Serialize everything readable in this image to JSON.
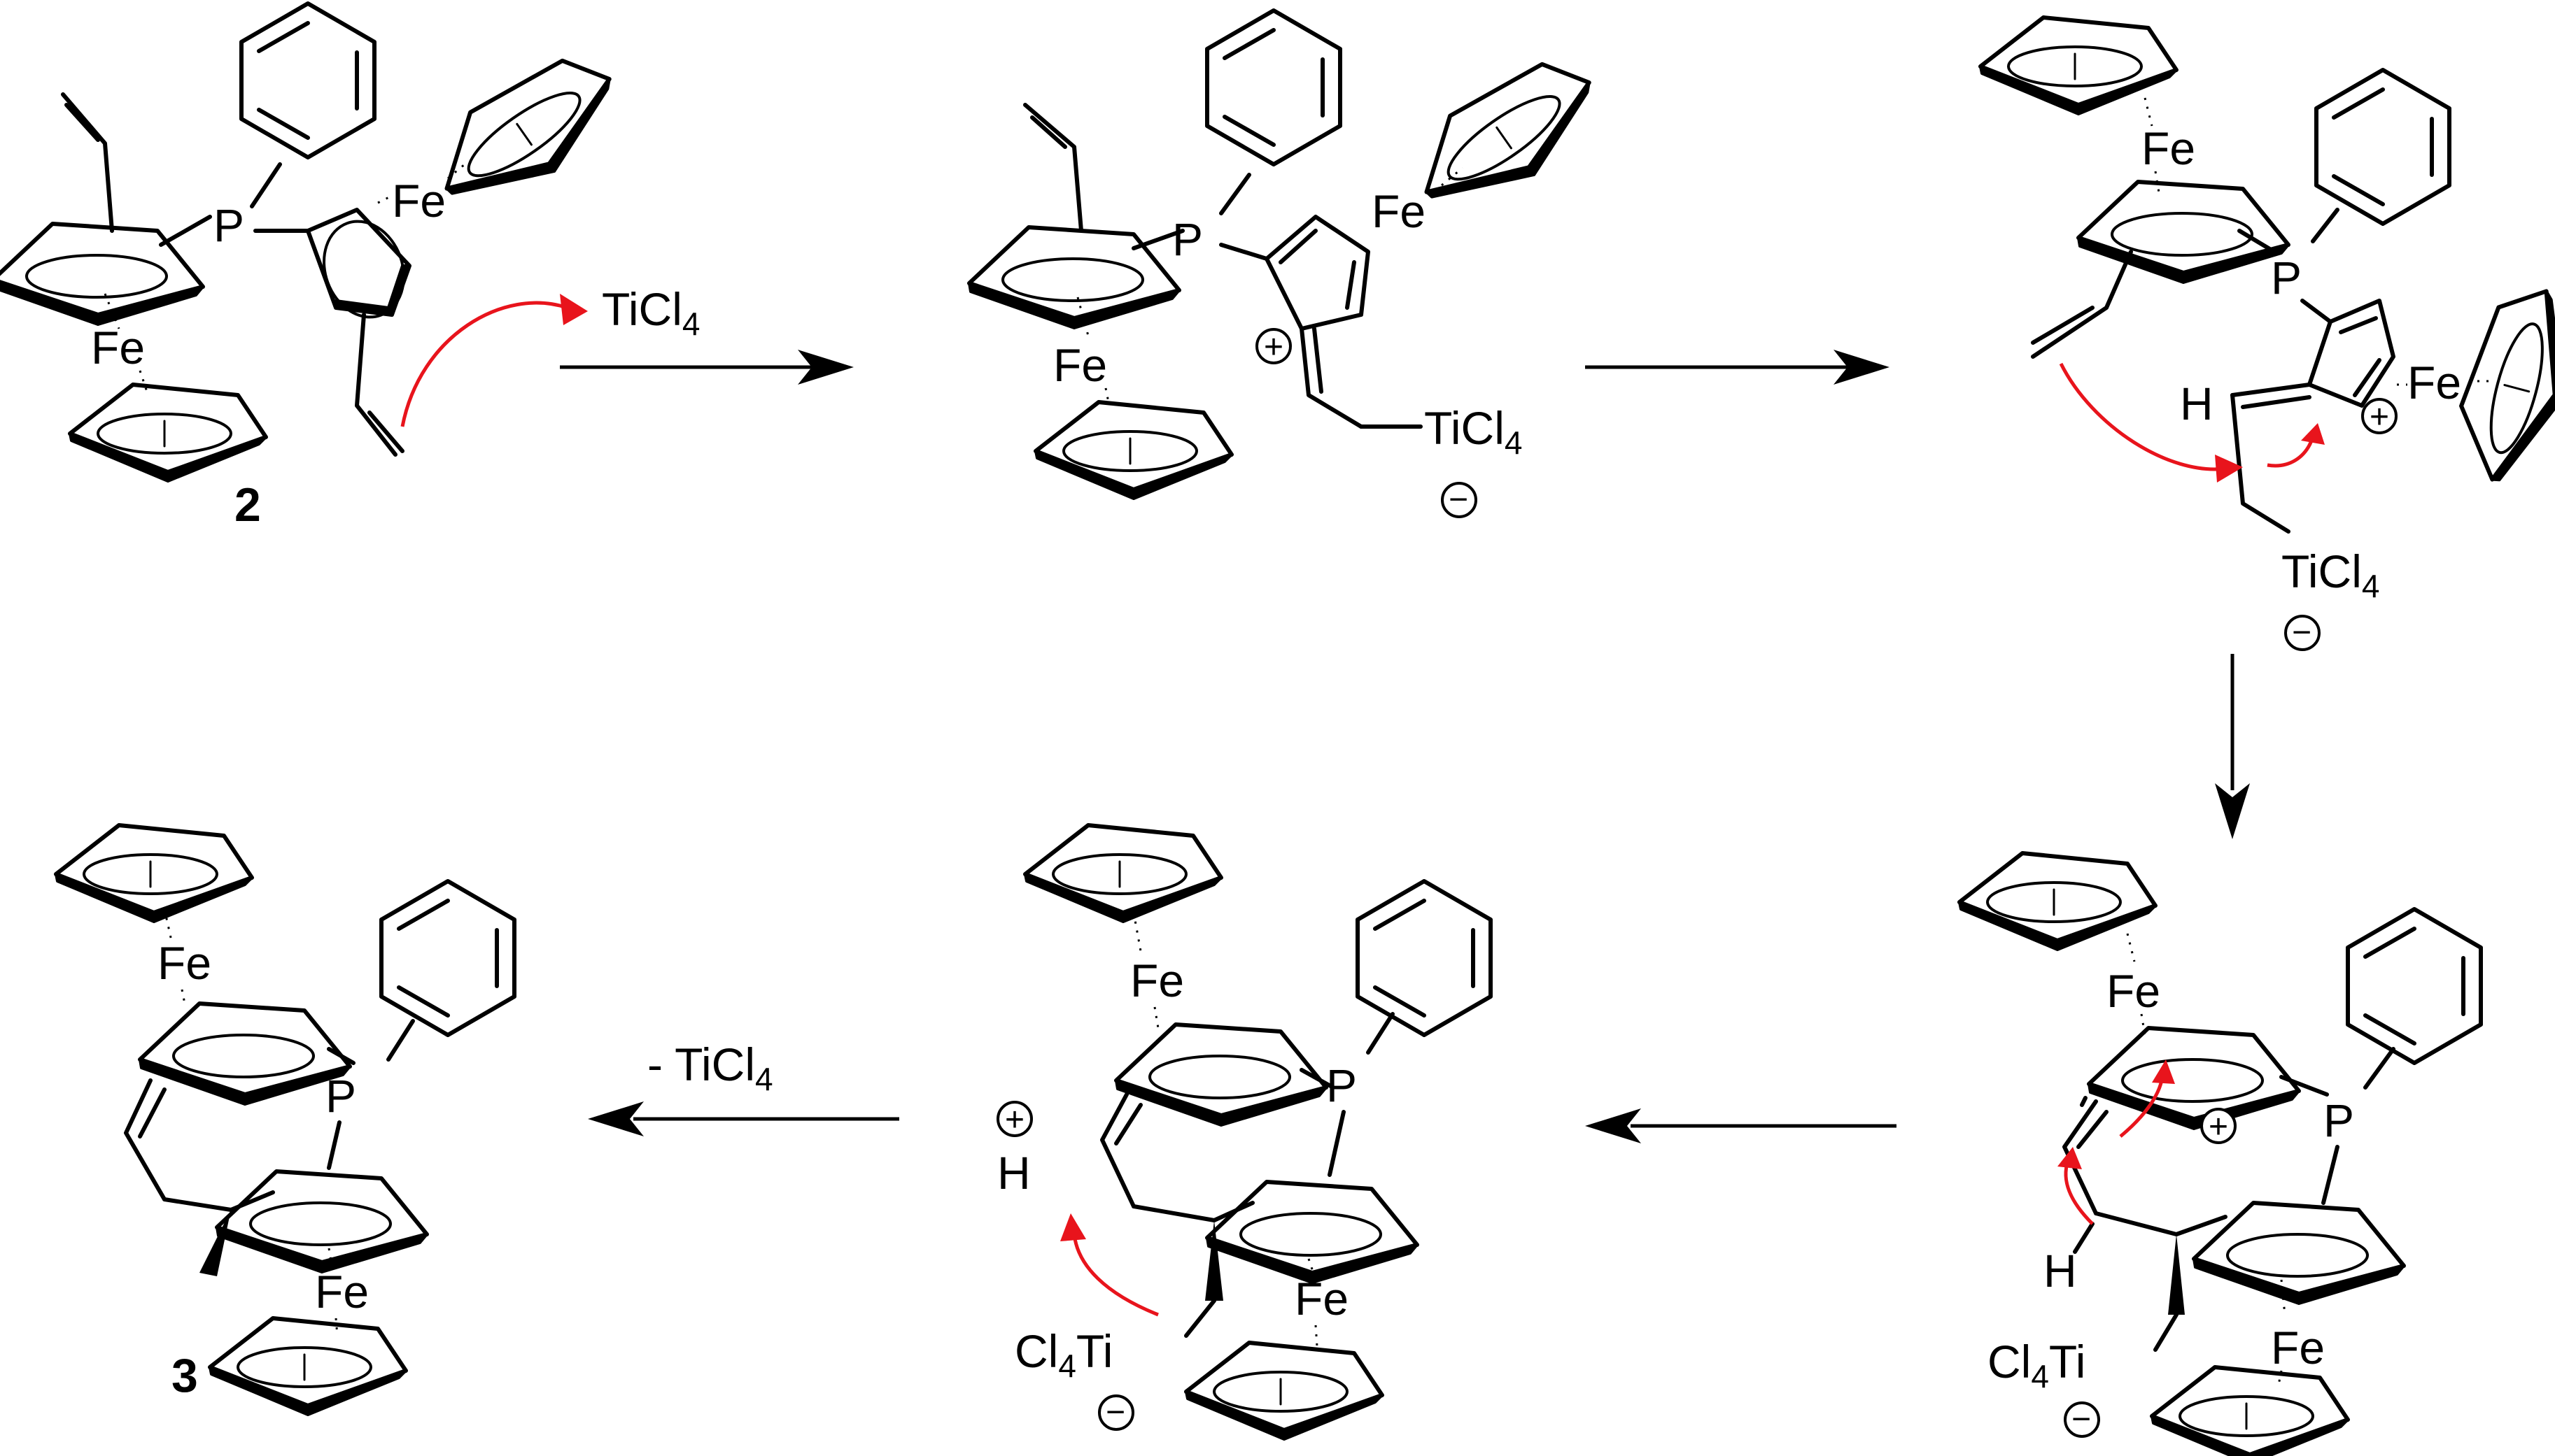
{
  "scheme": {
    "compounds": {
      "start": "2",
      "product": "3"
    },
    "reagents": {
      "step1": "TiCl4",
      "step5": "- TiCl4"
    },
    "atoms": {
      "fe": "Fe",
      "p": "P",
      "h": "H",
      "ticl4_right": "TiCl4",
      "ticl4_left": "Cl4Ti"
    },
    "charges": {
      "plus": "+",
      "minus": "−"
    }
  }
}
